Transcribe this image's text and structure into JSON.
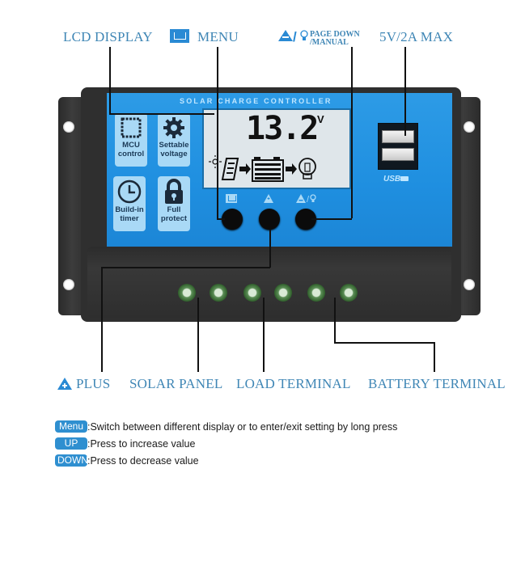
{
  "callouts_top": {
    "lcd_display": "LCD DISPLAY",
    "menu": "MENU",
    "page_down_line1": "PAGE DOWN",
    "page_down_line2": "/MANUAL",
    "usb_max": "5V/2A MAX"
  },
  "callouts_bottom": {
    "plus": "PLUS",
    "solar_panel": "SOLAR PANEL",
    "load_terminal": "LOAD TERMINAL",
    "battery_terminal": "BATTERY TERMINAL"
  },
  "device": {
    "title": "SOLAR CHARGE CONTROLLER",
    "lcd": {
      "value": "13.2",
      "unit": "V"
    },
    "features": [
      {
        "icon": "chip-icon",
        "line1": "MCU",
        "line2": "control"
      },
      {
        "icon": "gear-icon",
        "line1": "Settable",
        "line2": "voltage"
      },
      {
        "icon": "clock-icon",
        "line1": "Build-in",
        "line2": "timer"
      },
      {
        "icon": "lock-icon",
        "line1": "Full",
        "line2": "protect"
      }
    ],
    "buttons": [
      {
        "name": "menu",
        "icon": "menu-icon"
      },
      {
        "name": "up",
        "icon": "triangle-plus-icon"
      },
      {
        "name": "down-manual",
        "icon": "triangle-minus-bulb-icon"
      }
    ],
    "usb_label": "USB",
    "terminals": 6
  },
  "legend": [
    {
      "key": "Menu",
      "text": ":Switch between different display or to enter/exit setting by long press"
    },
    {
      "key": "UP",
      "text": ":Press to increase value"
    },
    {
      "key": "DOWN",
      "text": ":Press to decrease value"
    }
  ],
  "colors": {
    "label_blue": "#3f86b5",
    "device_blue": "#1f8fe0",
    "pill_blue": "#2f8fd0",
    "housing": "#2f2f2f"
  }
}
